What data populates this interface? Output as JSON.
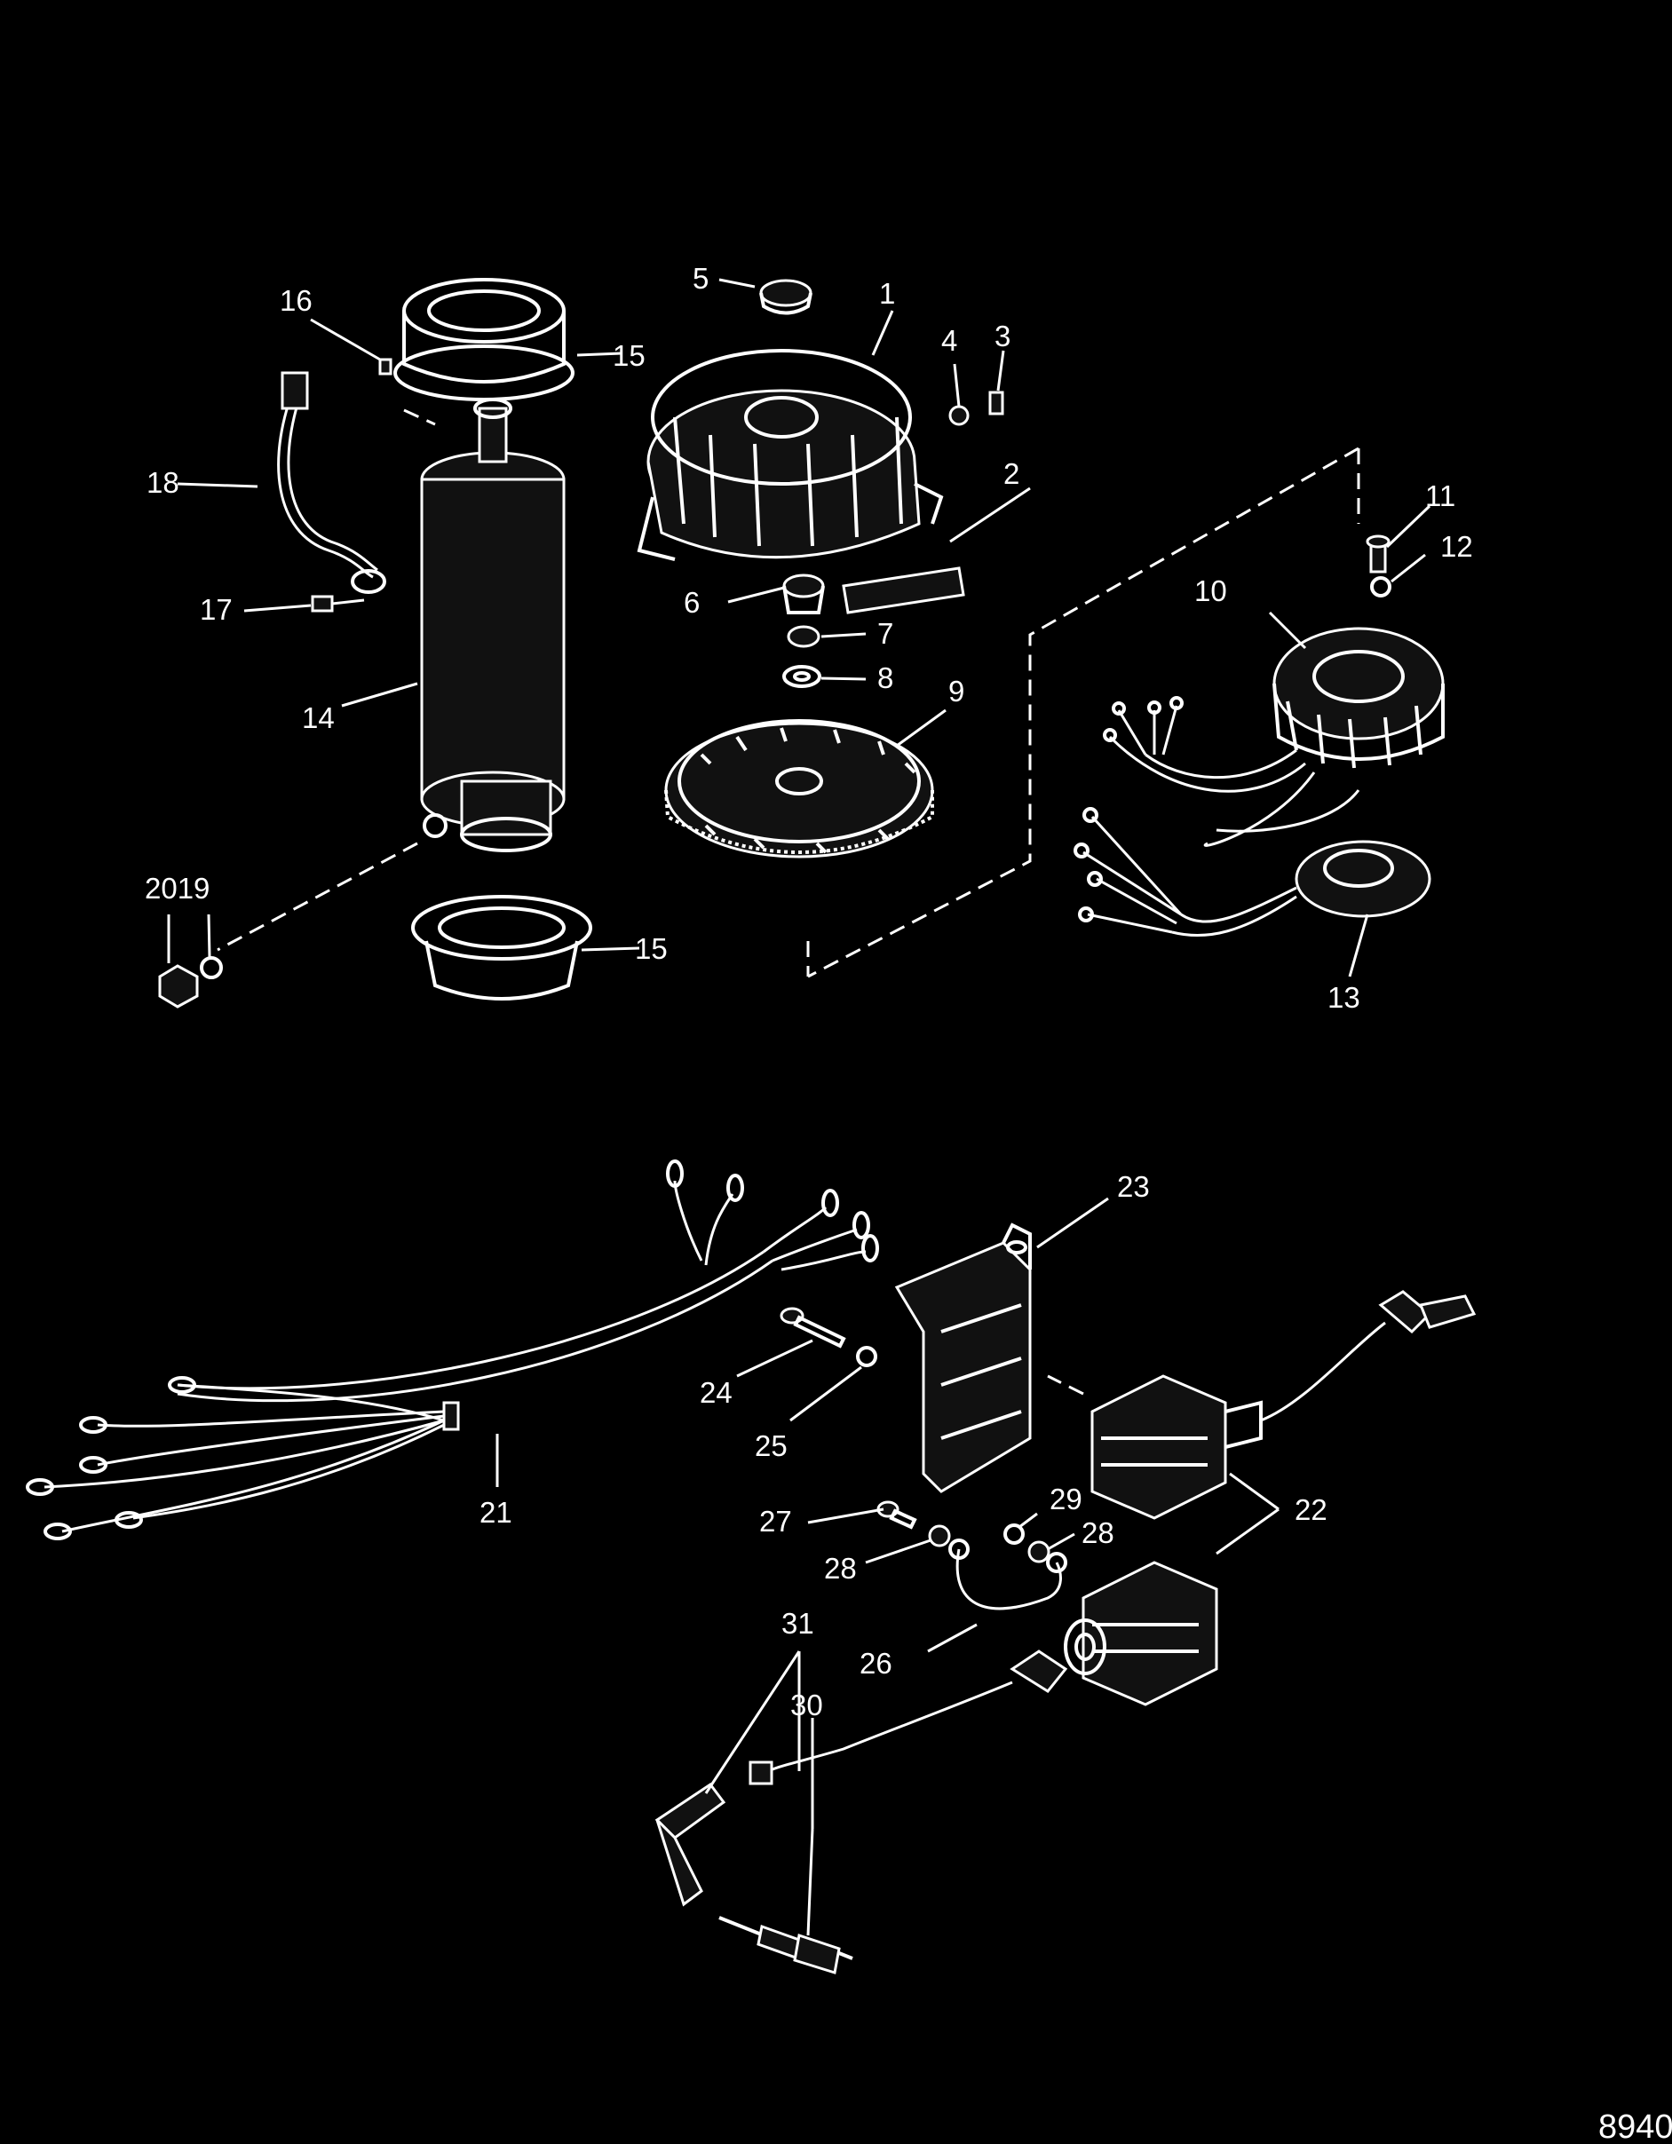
{
  "figure_number": "8940",
  "callouts": {
    "c1": "1",
    "c2": "2",
    "c3": "3",
    "c4": "4",
    "c5": "5",
    "c6": "6",
    "c7": "7",
    "c8": "8",
    "c9": "9",
    "c10": "10",
    "c11": "11",
    "c12": "12",
    "c13": "13",
    "c14": "14",
    "c15a": "15",
    "c15b": "15",
    "c16": "16",
    "c17": "17",
    "c18": "18",
    "c2019": "2019",
    "c21": "21",
    "c22": "22",
    "c23": "23",
    "c24": "24",
    "c25": "25",
    "c26": "26",
    "c27": "27",
    "c28a": "28",
    "c28b": "28",
    "c29": "29",
    "c30": "30",
    "c31": "31"
  }
}
